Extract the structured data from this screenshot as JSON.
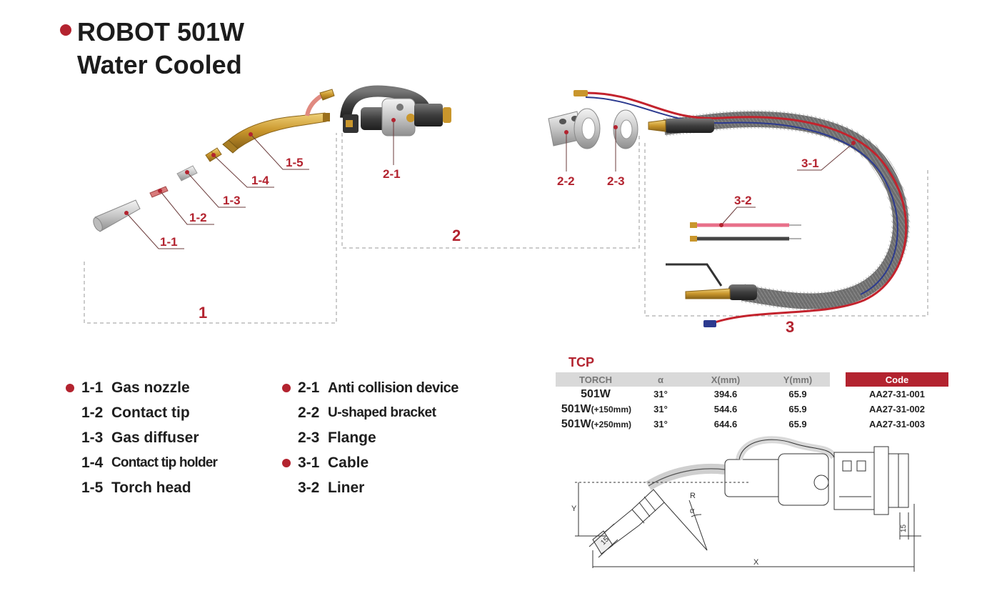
{
  "title": {
    "line1": "ROBOT 501W",
    "line2": "Water Cooled"
  },
  "callouts": {
    "c1_1": "1-1",
    "c1_2": "1-2",
    "c1_3": "1-3",
    "c1_4": "1-4",
    "c1_5": "1-5",
    "c2_1": "2-1",
    "c2_2": "2-2",
    "c2_3": "2-3",
    "c3_1": "3-1",
    "c3_2": "3-2"
  },
  "groups": {
    "g1": "1",
    "g2": "2",
    "g3": "3"
  },
  "parts": [
    {
      "code": "1-1",
      "name": "Gas nozzle",
      "marked": true
    },
    {
      "code": "1-2",
      "name": "Contact tip",
      "marked": false
    },
    {
      "code": "1-3",
      "name": "Gas diffuser",
      "marked": false
    },
    {
      "code": "1-4",
      "name": "Contact tip holder",
      "marked": false
    },
    {
      "code": "1-5",
      "name": "Torch head",
      "marked": false
    },
    {
      "code": "2-1",
      "name": "Anti collision device",
      "marked": true
    },
    {
      "code": "2-2",
      "name": "U-shaped bracket",
      "marked": false
    },
    {
      "code": "2-3",
      "name": "Flange",
      "marked": false
    },
    {
      "code": "3-1",
      "name": "Cable",
      "marked": true
    },
    {
      "code": "3-2",
      "name": "Liner",
      "marked": false
    }
  ],
  "tcp": {
    "title": "TCP",
    "headers": [
      "TORCH",
      "α",
      "X(mm)",
      "Y(mm)",
      "Code"
    ],
    "rows": [
      {
        "model": "501W",
        "suffix": "",
        "alpha": "31°",
        "x": "394.6",
        "y": "65.9",
        "code": "AA27-31-001"
      },
      {
        "model": "501W",
        "suffix": "(+150mm)",
        "alpha": "31°",
        "x": "544.6",
        "y": "65.9",
        "code": "AA27-31-002"
      },
      {
        "model": "501W",
        "suffix": "(+250mm)",
        "alpha": "31°",
        "x": "644.6",
        "y": "65.9",
        "code": "AA27-31-003"
      }
    ]
  },
  "drawing_labels": {
    "y": "Y",
    "x": "X",
    "r": "R",
    "alpha": "α",
    "d15a": "15",
    "d15b": "15"
  },
  "colors": {
    "accent": "#b3232f",
    "brass": "#c9962c",
    "cable": "#555555"
  }
}
